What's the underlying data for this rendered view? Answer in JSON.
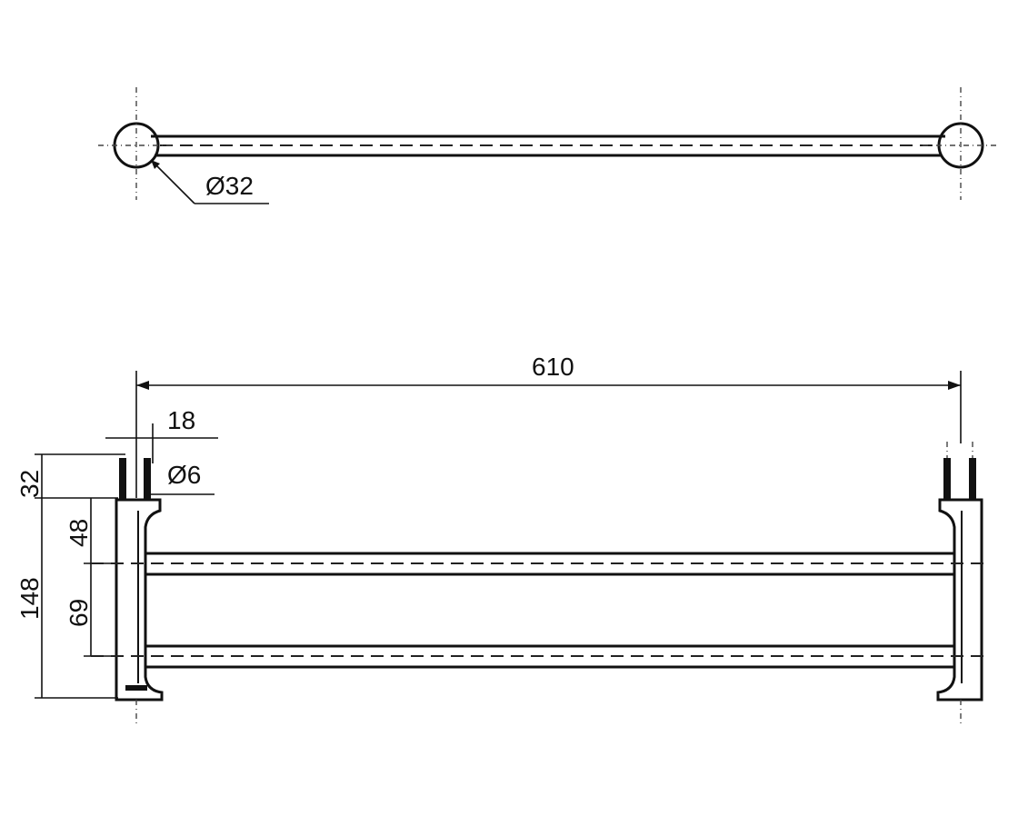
{
  "top_view": {
    "diameter_label": "Ø32"
  },
  "front_view": {
    "overall_width_label": "610",
    "projection_label": "18",
    "pin_diameter_label": "Ø6",
    "pin_length_label": "32",
    "upper_bar_offset_label": "48",
    "bar_spacing_label": "69",
    "overall_height_label": "148"
  }
}
